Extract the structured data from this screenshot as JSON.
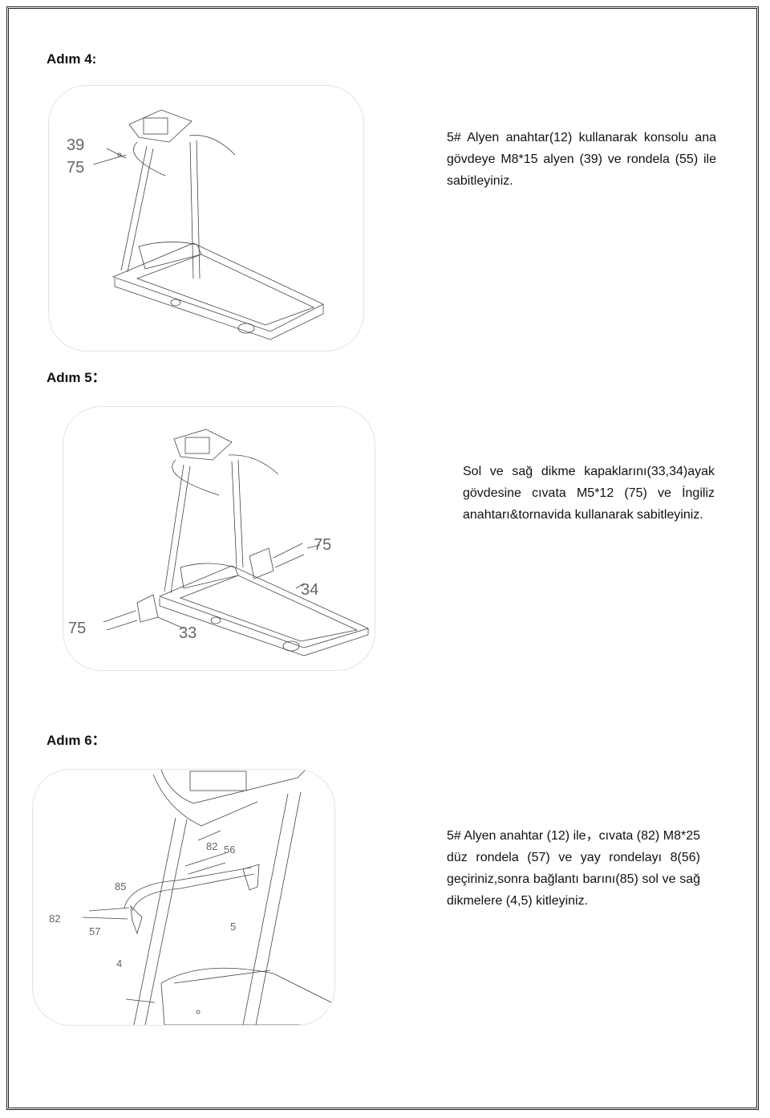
{
  "steps": [
    {
      "heading": "Adım 4:",
      "text": "5# Alyen anahtar(12) kullanarak konsolu ana gövdeye M8*15 alyen (39) ve rondela (55) ile sabitleyiniz.",
      "callouts": [
        "39",
        "75"
      ]
    },
    {
      "heading": "Adım 5：",
      "text": "Sol ve sağ dikme kapaklarını(33,34)ayak gövdesine cıvata M5*12 (75) ve İngiliz anahtarı&tornavida kullanarak sabitleyiniz.",
      "callouts": [
        "75",
        "34",
        "75",
        "33"
      ]
    },
    {
      "heading": "Adım 6：",
      "text": "5# Alyen anahtar (12) ile，cıvata (82) M8*25 düz rondela (57) ve yay rondelayı 8(56) geçiriniz,sonra bağlantı barını(85) sol ve sağ dikmelere (4,5) kitleyiniz.",
      "callouts": [
        "82",
        "56",
        "85",
        "82",
        "57",
        "5",
        "4"
      ]
    }
  ]
}
